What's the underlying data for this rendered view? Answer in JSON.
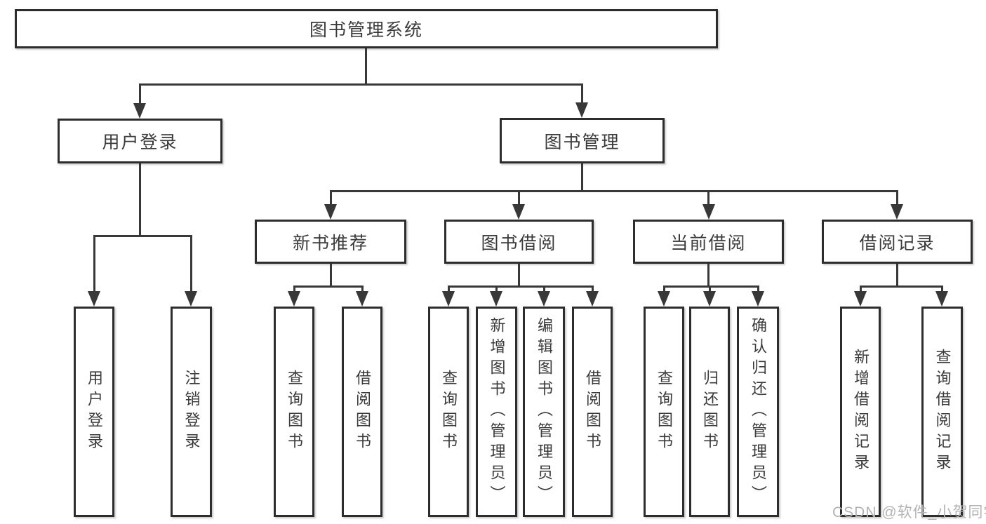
{
  "diagram": {
    "type": "hierarchy-tree",
    "title": "图书管理系统",
    "nodes": {
      "root": "图书管理系统",
      "level2": [
        "用户登录",
        "图书管理"
      ],
      "level3": [
        "新书推荐",
        "图书借阅",
        "当前借阅",
        "借阅记录"
      ],
      "leaves_user_login": [
        "用户登录",
        "注销登录"
      ],
      "leaves_new_book": [
        "查询图书",
        "借阅图书"
      ],
      "leaves_book_borrow": [
        "查询图书",
        "新增图书（管理员）",
        "编辑图书（管理员）",
        "借阅图书"
      ],
      "leaves_current_borrow": [
        "查询图书",
        "归还图书",
        "确认归还（管理员）"
      ],
      "leaves_borrow_records": [
        "新增借阅记录",
        "查询借阅记录"
      ]
    },
    "watermark": "CSDN @软件_小贺同学",
    "colors": {
      "background": "#ffffff",
      "box_border": "#2d2d2d",
      "line": "#383838",
      "text": "#3a3a3a",
      "watermark": "#b3b3b3"
    }
  }
}
